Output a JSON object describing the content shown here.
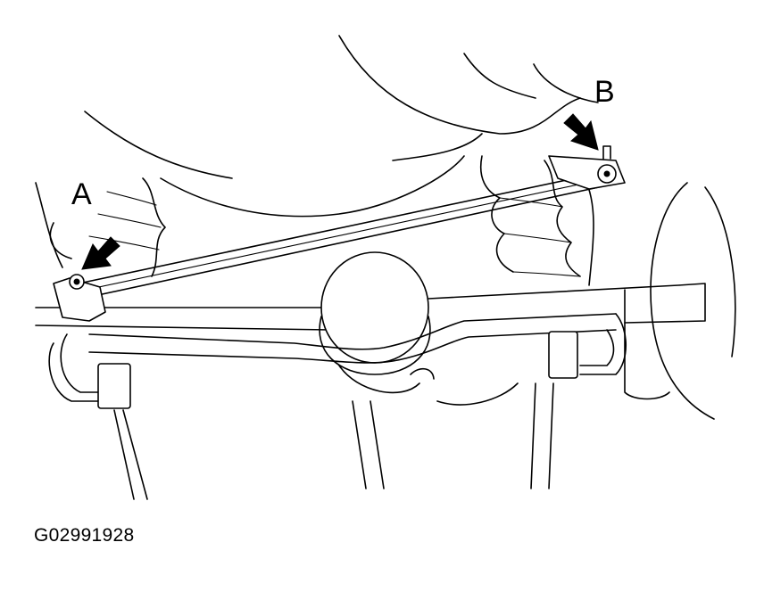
{
  "figure": {
    "id": "G02991928",
    "callouts": [
      {
        "key": "a",
        "label": "A"
      },
      {
        "key": "b",
        "label": "B"
      }
    ]
  },
  "colors": {
    "line": "#000000",
    "background": "#ffffff"
  }
}
